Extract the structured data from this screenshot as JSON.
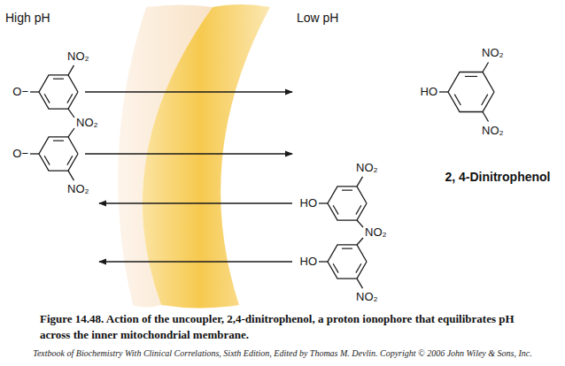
{
  "diagram": {
    "caption": "Figure 14.48. Action of the uncoupler, 2,4-dinitrophenol, a proton ionophore that equilibrates pH across the inner mitochondrial membrane.",
    "labels": [
      "High pH",
      "O−",
      "NO₂",
      "NO₂",
      "O−",
      "NO₂",
      "Low pH",
      "NO₂",
      "HO",
      "NO₂",
      "HO",
      "NO₂",
      "HO",
      "NO₂",
      "NO₂",
      "2, 4-Dinitrophenol",
      "Textbook of Biochemistry With Clinical Correlations, Sixth Edition, Edited by Thomas M. Devlin. Copyright © 2006 John Wiley & Sons, Inc."
    ]
  }
}
